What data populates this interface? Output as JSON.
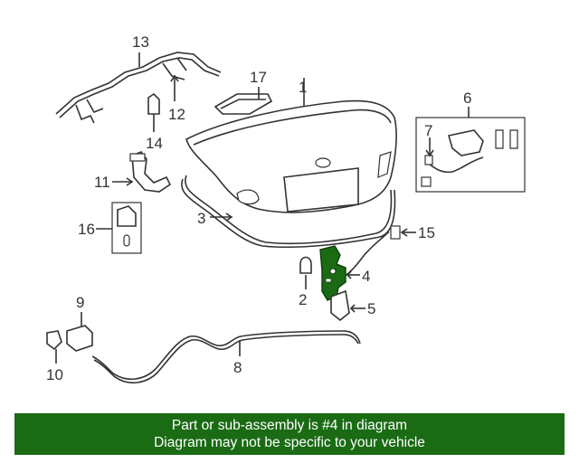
{
  "callouts": {
    "c1": "1",
    "c2": "2",
    "c3": "3",
    "c4": "4",
    "c5": "5",
    "c6": "6",
    "c7": "7",
    "c8": "8",
    "c9": "9",
    "c10": "10",
    "c11": "11",
    "c12": "12",
    "c13": "13",
    "c14": "14",
    "c15": "15",
    "c16": "16",
    "c17": "17"
  },
  "highlight": {
    "part_number": "4",
    "color": "#1a6b14"
  },
  "banner": {
    "line1": "Part or sub-assembly is #4 in diagram",
    "line2": "Diagram may not be specific to your vehicle",
    "background": "#1a6b14"
  }
}
